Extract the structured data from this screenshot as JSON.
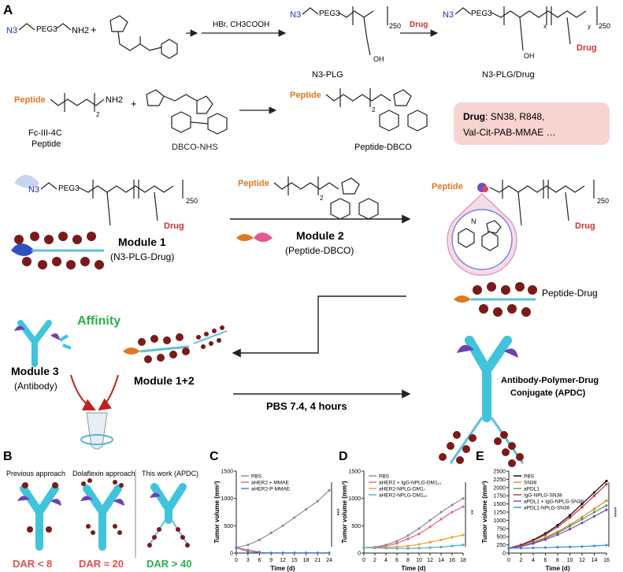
{
  "panels": {
    "a": "A",
    "b": "B",
    "c": "C",
    "d": "D",
    "e": "E"
  },
  "row1": {
    "n3": "N3",
    "peg3": "PEG3",
    "nh2": "NH2",
    "plus": "+",
    "reagent": "HBr, CH3COOH",
    "n250": "250",
    "cooh": "OH",
    "product1": "N3-PLG",
    "drug_arrow": "Drug",
    "product2": "N3-PLG/Drug",
    "x": "x",
    "y": "y",
    "drug": "Drug"
  },
  "row2": {
    "peptide": "Peptide",
    "sub2": "2",
    "label1": "Fc-III-4C",
    "label1b": "Peptide",
    "dbco_nhs": "DBCO-NHS",
    "peptide_dbco": "Peptide-DBCO",
    "drug_box_title": "Drug",
    "drug_box_line1": ": SN38, R848,",
    "drug_box_line2": "Val-Cit-PAB-MMAE …"
  },
  "row3": {
    "module1": "Module 1",
    "module1_sub": "(N3-PLG-Drug)",
    "module2": "Module 2",
    "module2_sub": "(Peptide-DBCO)",
    "peptide_drug": "Peptide-Drug",
    "n_label": "N"
  },
  "row4": {
    "affinity": "Affinity",
    "module3": "Module 3",
    "module3_sub": "(Antibody)",
    "module12": "Module 1+2",
    "pbs": "PBS 7.4, 4 hours",
    "apdc1": "Antibody-Polymer-Drug",
    "apdc2": "Conjugate (APDC)"
  },
  "panelB": {
    "col1": "Previous approach",
    "col2": "Dolaflexin approach",
    "col3": "This work (APDC)",
    "dar1": "DAR < 8",
    "dar2": "DAR ≈ 20",
    "dar3": "DAR > 40"
  },
  "chart_data": [
    {
      "type": "line",
      "panel": "C",
      "xlabel": "Time (d)",
      "ylabel": "Tumor volume (mm³)",
      "xlim": [
        0,
        24
      ],
      "ylim": [
        0,
        1500
      ],
      "xticks": [
        0,
        3,
        6,
        9,
        12,
        15,
        18,
        21,
        24
      ],
      "yticks": [
        0,
        500,
        1000,
        1500
      ],
      "annotation": "***",
      "series": [
        {
          "name": "PBS",
          "color": "#8c8c8c",
          "x": [
            0,
            3,
            6,
            9,
            12,
            15,
            18,
            21,
            24
          ],
          "values": [
            100,
            150,
            240,
            370,
            500,
            650,
            800,
            950,
            1150
          ]
        },
        {
          "name": "aHER2 + MMAE",
          "color": "#e0667a",
          "x": [
            0,
            3,
            6
          ],
          "values": [
            100,
            60,
            20
          ]
        },
        {
          "name": "aHER2-P-MMAE",
          "color": "#4a7fd4",
          "x": [
            0,
            3,
            6,
            9,
            12,
            15,
            18,
            21,
            24
          ],
          "values": [
            100,
            30,
            10,
            5,
            5,
            5,
            5,
            5,
            5
          ]
        }
      ]
    },
    {
      "type": "line",
      "panel": "D",
      "xlabel": "Time (d)",
      "ylabel": "Tumor volume (mm³)",
      "xlim": [
        0,
        18
      ],
      "ylim": [
        0,
        1500
      ],
      "xticks": [
        0,
        2,
        4,
        6,
        8,
        10,
        12,
        14,
        16,
        18
      ],
      "yticks": [
        0,
        500,
        1000,
        1500
      ],
      "annotation": "**",
      "series": [
        {
          "name": "PBS",
          "color": "#8c8c8c",
          "x": [
            0,
            2,
            4,
            6,
            8,
            10,
            12,
            14,
            16,
            18
          ],
          "values": [
            100,
            110,
            150,
            220,
            320,
            450,
            600,
            750,
            880,
            1000
          ]
        },
        {
          "name": "aHER2 + IgG-NPLG-DM1₁₀",
          "color": "#e0667a",
          "x": [
            0,
            2,
            4,
            6,
            8,
            10,
            12,
            14,
            16,
            18
          ],
          "values": [
            100,
            105,
            130,
            180,
            260,
            350,
            480,
            620,
            750,
            850
          ]
        },
        {
          "name": "aHER2-NPLG-DM1₇",
          "color": "#f0a030",
          "x": [
            0,
            2,
            4,
            6,
            8,
            10,
            12,
            14,
            16,
            18
          ],
          "values": [
            100,
            100,
            105,
            115,
            130,
            160,
            200,
            240,
            290,
            330
          ]
        },
        {
          "name": "aHER2-NPLG-DM1₁₀",
          "color": "#4ab0c8",
          "x": [
            0,
            2,
            4,
            6,
            8,
            10,
            12,
            14,
            16,
            18
          ],
          "values": [
            100,
            95,
            90,
            85,
            85,
            90,
            100,
            110,
            130,
            150
          ]
        }
      ]
    },
    {
      "type": "line",
      "panel": "E",
      "xlabel": "Time (d)",
      "ylabel": "Tumor volume (mm³)",
      "xlim": [
        0,
        16
      ],
      "ylim": [
        0,
        2500
      ],
      "xticks": [
        0,
        2,
        4,
        6,
        8,
        10,
        12,
        14,
        16
      ],
      "yticks": [
        0,
        250,
        500,
        750,
        1000,
        1250,
        1500,
        1750,
        2000,
        2250,
        2500
      ],
      "annotation": "****",
      "series": [
        {
          "name": "PBS",
          "color": "#000000",
          "x": [
            0,
            2,
            4,
            6,
            8,
            10,
            12,
            14,
            16
          ],
          "values": [
            150,
            250,
            400,
            600,
            850,
            1150,
            1500,
            1850,
            2200
          ]
        },
        {
          "name": "SN38",
          "color": "#e08030",
          "x": [
            0,
            2,
            4,
            6,
            8,
            10,
            12,
            14,
            16
          ],
          "values": [
            150,
            220,
            330,
            480,
            650,
            860,
            1100,
            1350,
            1600
          ]
        },
        {
          "name": "aPDL1",
          "color": "#40a040",
          "x": [
            0,
            2,
            4,
            6,
            8,
            10,
            12,
            14,
            16
          ],
          "values": [
            150,
            210,
            310,
            450,
            620,
            820,
            1030,
            1250,
            1450
          ]
        },
        {
          "name": "IgG-NPLG-SN38",
          "color": "#c03030",
          "x": [
            0,
            2,
            4,
            6,
            8,
            10,
            12,
            14,
            16
          ],
          "values": [
            150,
            240,
            380,
            560,
            800,
            1080,
            1400,
            1750,
            2100
          ]
        },
        {
          "name": "aPDL1 + IgG-NPLG-SN38",
          "color": "#8040c0",
          "x": [
            0,
            2,
            4,
            6,
            8,
            10,
            12,
            14,
            16
          ],
          "values": [
            150,
            200,
            290,
            410,
            560,
            730,
            920,
            1120,
            1320
          ]
        },
        {
          "name": "aPDL1-NPLG-SN38",
          "color": "#3090e0",
          "x": [
            0,
            2,
            4,
            6,
            8,
            10,
            12,
            14,
            16
          ],
          "values": [
            150,
            150,
            160,
            170,
            180,
            190,
            200,
            220,
            240
          ]
        }
      ]
    }
  ]
}
